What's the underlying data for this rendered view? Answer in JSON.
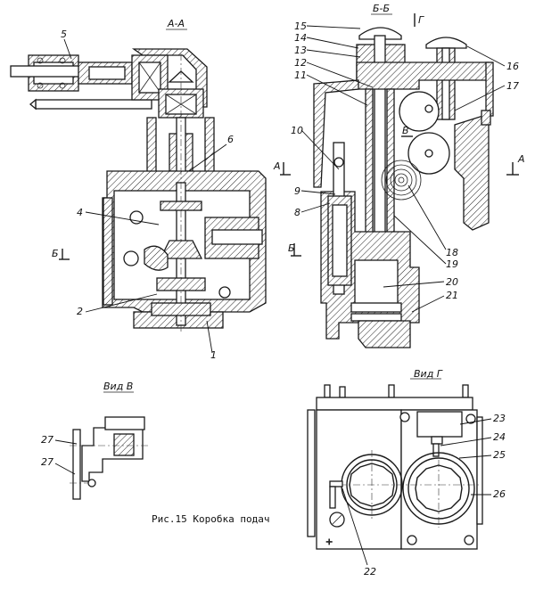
{
  "figure": {
    "caption": "Рис.15   Коробка подач",
    "ink_color": "#1a1a1a",
    "background": "#ffffff"
  },
  "views": {
    "section_aa": {
      "title": "А-А"
    },
    "section_bb": {
      "title": "Б-Б"
    },
    "view_v": {
      "title": "Вид В"
    },
    "view_g": {
      "title": "Вид Г"
    }
  },
  "section_marks": {
    "b_left": "Б",
    "a_left": "А",
    "a_right": "А",
    "b_right": "Б",
    "g_arrow": "Г",
    "v_arrow": "В"
  },
  "callouts": [
    {
      "id": "1",
      "label": "1"
    },
    {
      "id": "2",
      "label": "2"
    },
    {
      "id": "4",
      "label": "4"
    },
    {
      "id": "5",
      "label": "5"
    },
    {
      "id": "6",
      "label": "6"
    },
    {
      "id": "8",
      "label": "8"
    },
    {
      "id": "9",
      "label": "9"
    },
    {
      "id": "10",
      "label": "10"
    },
    {
      "id": "11",
      "label": "11"
    },
    {
      "id": "12",
      "label": "12"
    },
    {
      "id": "13",
      "label": "13"
    },
    {
      "id": "14",
      "label": "14"
    },
    {
      "id": "15",
      "label": "15"
    },
    {
      "id": "16",
      "label": "16"
    },
    {
      "id": "17",
      "label": "17"
    },
    {
      "id": "18",
      "label": "18"
    },
    {
      "id": "19",
      "label": "19"
    },
    {
      "id": "20",
      "label": "20"
    },
    {
      "id": "21",
      "label": "21"
    },
    {
      "id": "22",
      "label": "22"
    },
    {
      "id": "23",
      "label": "23"
    },
    {
      "id": "24",
      "label": "24"
    },
    {
      "id": "25",
      "label": "25"
    },
    {
      "id": "26",
      "label": "26"
    },
    {
      "id": "27a",
      "label": "27"
    },
    {
      "id": "27b",
      "label": "27"
    }
  ]
}
